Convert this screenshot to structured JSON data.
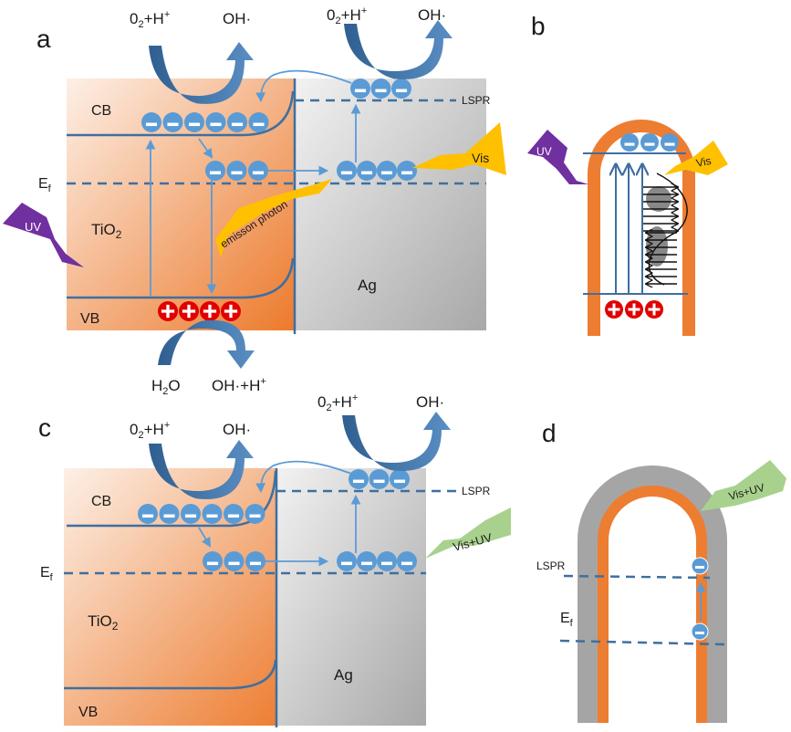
{
  "figure": {
    "panels": {
      "a": {
        "letter": "a",
        "cb": "CB",
        "vb": "VB",
        "ef": "E",
        "ef_sub": "f",
        "tio2": "TiO",
        "tio2_sub": "2",
        "ag": "Ag",
        "lspr": "LSPR",
        "uv": "UV",
        "vis": "Vis",
        "emission": "emisson photon",
        "reaction_top_left": {
          "reactant": "0",
          "reactant_sub": "2",
          "reactant_rest": "+H",
          "reactant_sup": "+",
          "product": "OH·"
        },
        "reaction_top_right": {
          "reactant": "0",
          "reactant_sub": "2",
          "reactant_rest": "+H",
          "reactant_sup": "+",
          "product": "OH·"
        },
        "reaction_bottom": {
          "reactant": "H",
          "reactant_sub": "2",
          "reactant_rest": "O",
          "product": "OH·+H",
          "product_sup": "+"
        },
        "electrons_cb": 6,
        "electrons_mid": 3,
        "electrons_ag_ef": 4,
        "electrons_lspr": 3,
        "holes_vb": 4
      },
      "b": {
        "letter": "b",
        "uv": "UV",
        "vis": "Vis",
        "electrons": 3,
        "holes": 3
      },
      "c": {
        "letter": "c",
        "cb": "CB",
        "vb": "VB",
        "ef": "E",
        "ef_sub": "f",
        "tio2": "TiO",
        "tio2_sub": "2",
        "ag": "Ag",
        "lspr": "LSPR",
        "light": "Vis+UV",
        "reaction_top_left": {
          "reactant": "0",
          "reactant_sub": "2",
          "reactant_rest": "+H",
          "reactant_sup": "+",
          "product": "OH·"
        },
        "reaction_top_right": {
          "reactant": "0",
          "reactant_sub": "2",
          "reactant_rest": "+H",
          "reactant_sup": "+",
          "product": "OH·"
        },
        "electrons_cb": 6,
        "electrons_mid": 3,
        "electrons_ag_ef": 4,
        "electrons_lspr": 3
      },
      "d": {
        "letter": "d",
        "lspr": "LSPR",
        "ef": "E",
        "ef_sub": "f",
        "light": "Vis+UV",
        "electrons": 2
      }
    },
    "colors": {
      "tio2_light": "#fbe3d3",
      "tio2_dark": "#ee7d30",
      "ag_light": "#efefef",
      "ag_dark": "#a9a9a9",
      "band_line": "#3f6fa0",
      "electron": "#5b9bd5",
      "hole": "#e00000",
      "curved_arrow": "#3a6ea5",
      "uv": "#7030a0",
      "vis": "#ffc000",
      "vis_uv": "#a9d18e",
      "tube_orange": "#ed7d31",
      "tube_gray": "#a5a5a5"
    }
  }
}
